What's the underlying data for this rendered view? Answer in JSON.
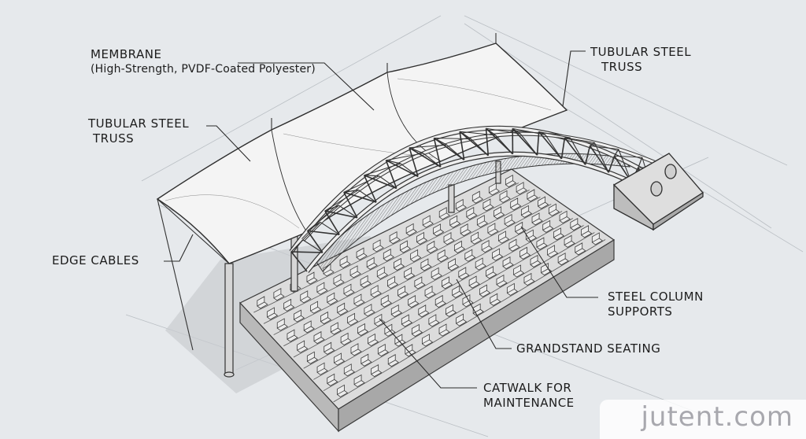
{
  "labels": {
    "membrane": {
      "title": "MEMBRANE",
      "detail": "(High-Strength, PVDF-Coated Polyester)"
    },
    "truss_right": {
      "line1": "TUBULAR STEEL",
      "line2": "TRUSS"
    },
    "truss_left": {
      "line1": "TUBULAR STEEL",
      "line2": "TRUSS"
    },
    "edge_cables": "EDGE CABLES",
    "columns": {
      "line1": "STEEL COLUMN",
      "line2": "SUPPORTS"
    },
    "seating": "GRANDSTAND SEATING",
    "catwalk": {
      "line1": "CATWALK FOR",
      "line2": "MAINTENANCE"
    }
  },
  "watermark": "jutent.com"
}
